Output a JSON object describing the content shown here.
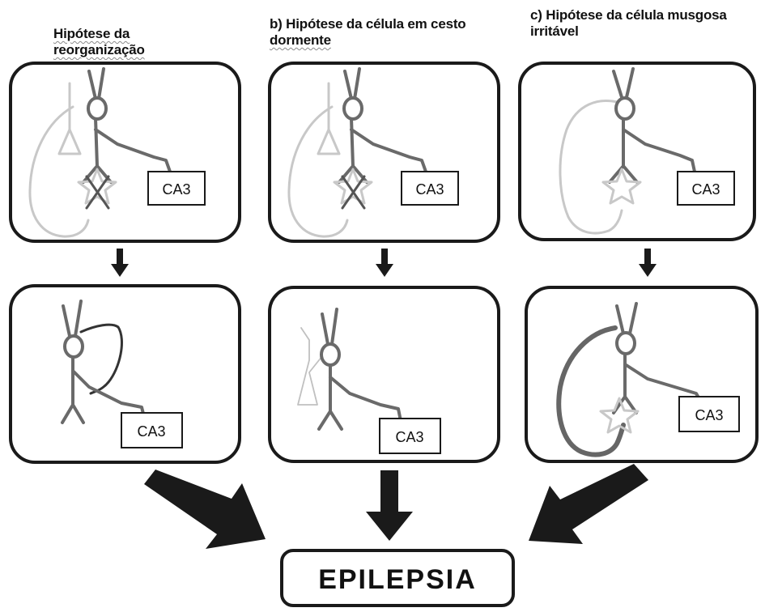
{
  "titles": {
    "a_line1": "Hipótese da",
    "a_line2": "reorganização",
    "b_line1": "b) Hipótese da célula em cesto",
    "b_line2": "dormente",
    "c_line1": "c) Hipótese da célula musgosa",
    "c_line2": "irritável"
  },
  "labels": {
    "ca3": "CA3",
    "outcome": "EPILEPSIA"
  }
}
